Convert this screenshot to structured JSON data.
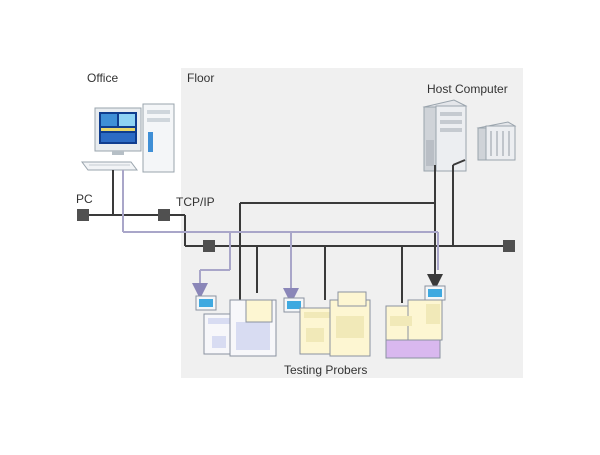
{
  "labels": {
    "office": "Office",
    "floor": "Floor",
    "host_computer": "Host Computer",
    "pc": "PC",
    "tcp_ip": "TCP/IP",
    "testing_probers": "Testing Probers"
  },
  "colors": {
    "floor_area": "#f0f0f0",
    "network_line": "#3a3a3a",
    "signal_line": "#a9a6c9",
    "node": "#505050",
    "machine_body": "#fdf6d2",
    "machine_panel": "#f1e9b8",
    "prober_accent_blue": "#d8dcf2",
    "prober_accent_purple": "#d9b8ef",
    "server_gray": "#e4e6ea",
    "screen_blue": "#3f8fd6",
    "monitor_blue": "#0f3d8f"
  },
  "icons": [
    "desktop-pc-icon",
    "host-server-icon",
    "storage-rack-icon",
    "network-node-icon",
    "wafer-prober-icon",
    "terminal-monitor-icon"
  ]
}
